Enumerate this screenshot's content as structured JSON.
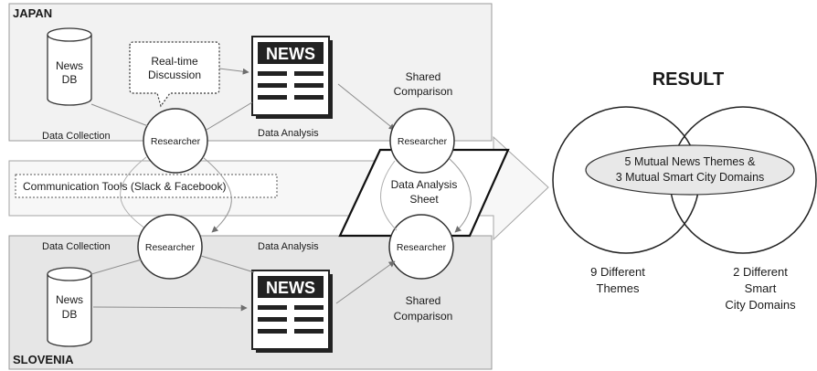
{
  "japan": {
    "region_label": "JAPAN",
    "news_db": [
      "News",
      "DB"
    ],
    "discussion": [
      "Real-time",
      "Discussion"
    ],
    "news_icon_label": "NEWS",
    "data_collection": "Data Collection",
    "data_analysis": "Data Analysis",
    "researcher": "Researcher",
    "shared_comparison": [
      "Shared",
      "Comparison"
    ],
    "shared_researcher": "Researcher"
  },
  "middle": {
    "communication_tools": "Communication Tools (Slack & Facebook)",
    "analysis_sheet": [
      "Data Analysis",
      "Sheet"
    ]
  },
  "slovenia": {
    "region_label": "SLOVENIA",
    "news_db": [
      "News",
      "DB"
    ],
    "news_icon_label": "NEWS",
    "data_collection": "Data Collection",
    "data_analysis": "Data Analysis",
    "researcher": "Researcher",
    "shared_comparison": [
      "Shared",
      "Comparison"
    ],
    "shared_researcher": "Researcher"
  },
  "result": {
    "title": "RESULT",
    "mutual": [
      "5 Mutual News Themes &",
      "3 Mutual Smart City Domains"
    ],
    "left_difference": [
      "9 Different",
      "Themes"
    ],
    "right_difference": [
      "2 Different",
      "Smart",
      "City Domains"
    ]
  },
  "colors": {
    "japan_panel": "#f2f2f2",
    "slovenia_panel": "#e6e6e6",
    "middle_band": "#f7f7f7",
    "result_ellipse": "#e8e8e8",
    "arrow_gray": "#8c8c8c",
    "ink": "#1a1a1a"
  }
}
